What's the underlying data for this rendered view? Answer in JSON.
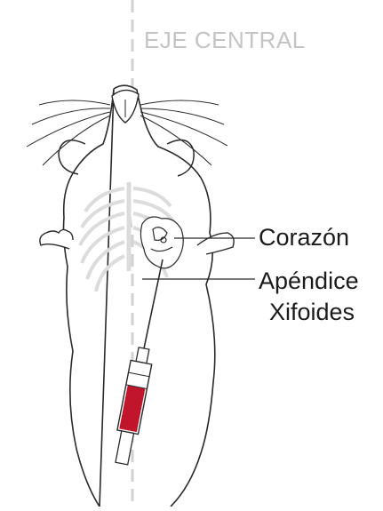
{
  "labels": {
    "axis": "EJE CENTRAL",
    "heart": "Corazón",
    "xiphoid_line1": "Apéndice",
    "xiphoid_line2": "Xifoides"
  },
  "colors": {
    "outline": "#2a2a2a",
    "ribcage": "#dcdcdc",
    "axis_line": "#d2d2d2",
    "blood": "#c0152b",
    "label": "#1b1b1b"
  }
}
